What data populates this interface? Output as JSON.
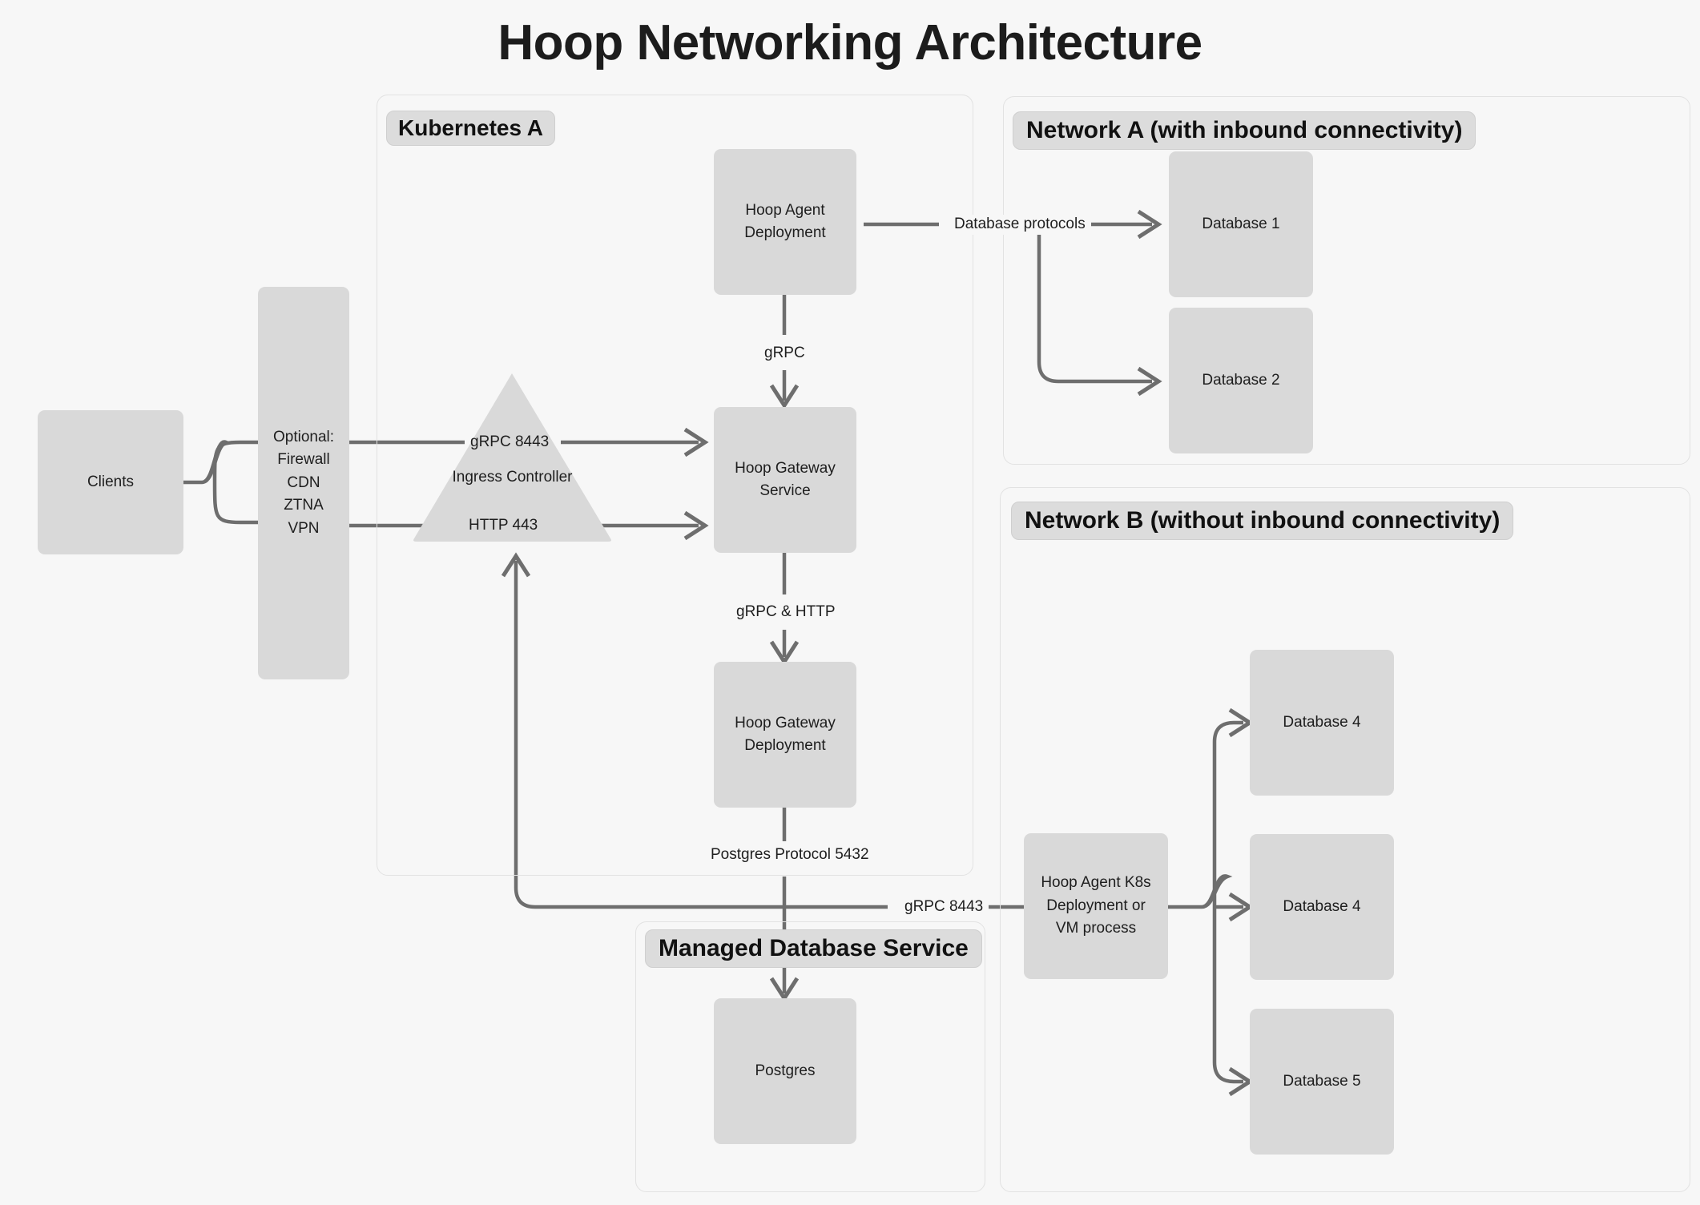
{
  "page": {
    "title": "Hoop Networking Architecture",
    "background_color": "#f7f7f7",
    "node_fill": "#d9d9d9",
    "wire_color": "#6e6e6e"
  },
  "groups": {
    "kubernetes_a": {
      "label": "Kubernetes A"
    },
    "network_a": {
      "label": "Network A (with inbound connectivity)"
    },
    "network_b": {
      "label": "Network B (without inbound connectivity)"
    },
    "managed_db": {
      "label": "Managed Database Service"
    }
  },
  "nodes": {
    "clients": {
      "label": "Clients"
    },
    "optional": {
      "line1": "Optional:",
      "line2": "Firewall",
      "line3": "CDN",
      "line4": "ZTNA",
      "line5": "VPN"
    },
    "ingress": {
      "line1": "Ingress",
      "line2": "Controller"
    },
    "hoop_agent_deployment": {
      "line1": "Hoop Agent",
      "line2": "Deployment"
    },
    "hoop_gateway_service": {
      "line1": "Hoop Gateway",
      "line2": "Service"
    },
    "hoop_gateway_deployment": {
      "line1": "Hoop Gateway",
      "line2": "Deployment"
    },
    "postgres": {
      "label": "Postgres"
    },
    "database_1": {
      "label": "Database 1"
    },
    "database_2": {
      "label": "Database 2"
    },
    "database_4a": {
      "label": "Database 4"
    },
    "database_4b": {
      "label": "Database 4"
    },
    "database_5": {
      "label": "Database 5"
    },
    "hoop_agent_k8s": {
      "line1": "Hoop Agent K8s",
      "line2": "Deployment or",
      "line3": "VM process"
    }
  },
  "edges": {
    "grpc_8443_ingress": "gRPC 8443",
    "http_443_ingress": "HTTP 443",
    "grpc_agent_to_service": "gRPC",
    "grpc_http_service_to_deployment": "gRPC & HTTP",
    "postgres_protocol": "Postgres Protocol 5432",
    "database_protocols": "Database protocols",
    "grpc_8443_agent": "gRPC 8443"
  }
}
